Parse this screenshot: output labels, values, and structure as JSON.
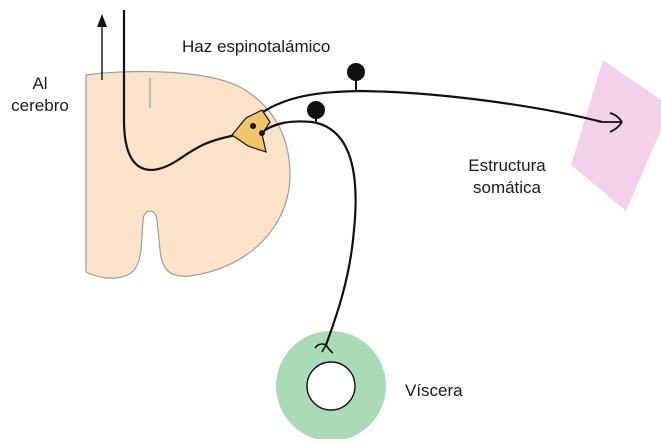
{
  "labels": {
    "tract": "Haz espinotalámico",
    "to_brain_line1": "Al",
    "to_brain_line2": "cerebro",
    "somatic_line1": "Estructura",
    "somatic_line2": "somática",
    "viscera": "Víscera"
  },
  "colors": {
    "spinal_cord_fill": "#fbe3c9",
    "spinal_cord_stroke": "#9e9e9e",
    "neuron_fill": "#f3c56a",
    "somatic_fill": "#f1d2ea",
    "viscera_ring": "#a9dcb6",
    "fiber": "#111111"
  },
  "icons": {
    "arrow": "up-arrow-icon",
    "ganglion": "filled-circle-icon",
    "ending": "nerve-ending-icon"
  }
}
